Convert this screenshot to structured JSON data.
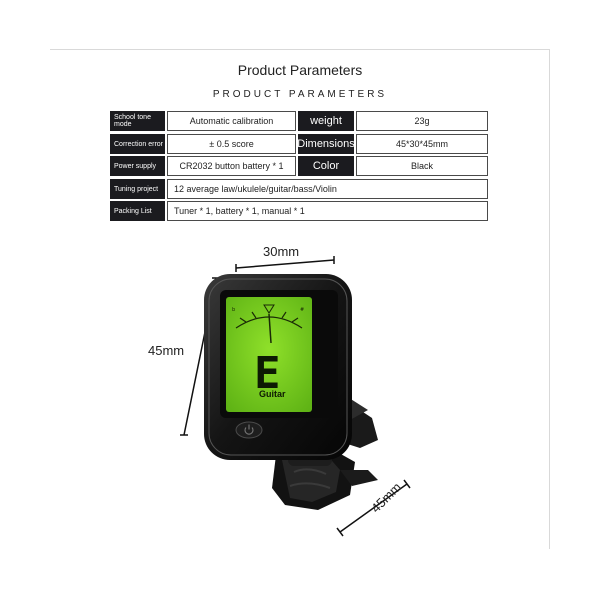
{
  "header": {
    "title": "Product Parameters",
    "subtitle": "PRODUCT PARAMETERS"
  },
  "params": {
    "school_tone_mode_label": "School tone mode",
    "school_tone_mode_value": "Automatic calibration",
    "weight_label": "weight",
    "weight_value": "23g",
    "correction_error_label": "Correction error",
    "correction_error_value": "± 0.5 score",
    "dimensions_label": "Dimensions",
    "dimensions_value": "45*30*45mm",
    "power_supply_label": "Power supply",
    "power_supply_value": "CR2032 button battery * 1",
    "color_label": "Color",
    "color_value": "Black",
    "tuning_project_label": "Tuning project",
    "tuning_project_value": "12 average law/ukulele/guitar/bass/Violin",
    "packing_list_label": "Packing List",
    "packing_list_value": "Tuner * 1, battery * 1, manual * 1"
  },
  "product": {
    "dimension_top": "30mm",
    "dimension_left": "45mm",
    "dimension_bottom_right": "45mm",
    "screen_note": "E",
    "screen_mode": "Guitar",
    "screen_color": "#7fd321",
    "body_color": "#141414"
  }
}
